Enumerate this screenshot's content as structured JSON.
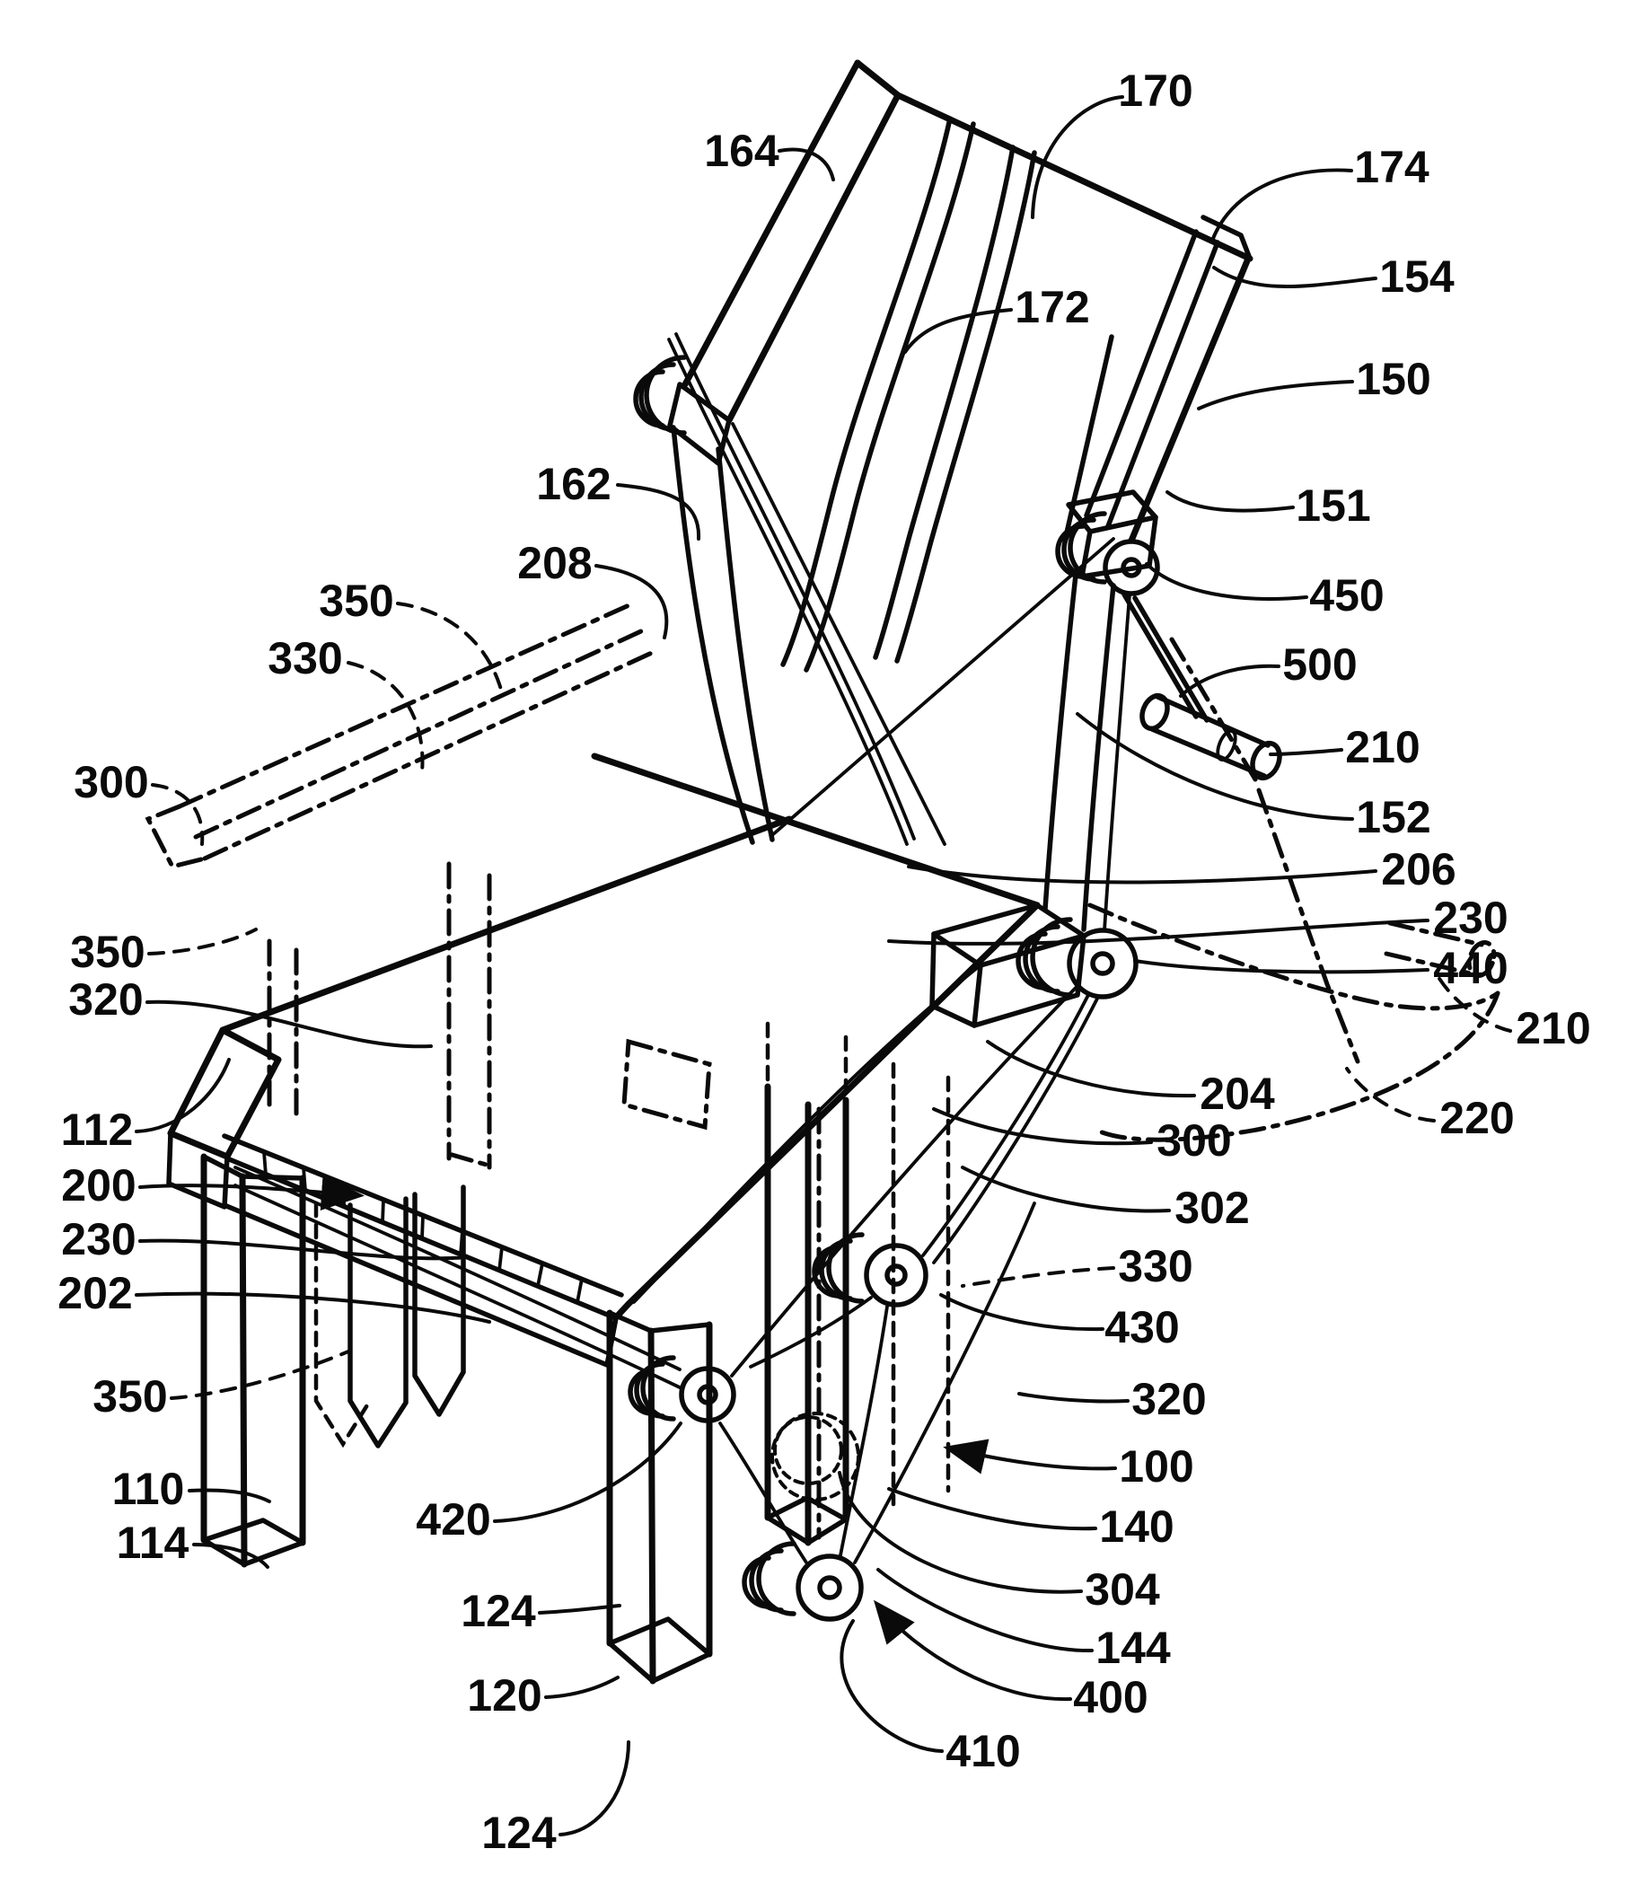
{
  "figure": {
    "kind": "patent-style technical line drawing",
    "subject": "perspective view of a chair frame with cable-and-pulley mechanism, solid parts plus dashed ghost positions",
    "ink_color": "#0a0a0a",
    "background_color": "#ffffff"
  },
  "labels": {
    "l170": "170",
    "l164": "164",
    "l174": "174",
    "l154": "154",
    "l172": "172",
    "l150": "150",
    "l162": "162",
    "l151": "151",
    "l208": "208",
    "l450": "450",
    "l350a": "350",
    "l330a": "330",
    "l500": "500",
    "l300a": "300",
    "l210a": "210",
    "l152": "152",
    "l206": "206",
    "l230b": "230",
    "l440": "440",
    "l210b": "210",
    "l350b": "350",
    "l320a": "320",
    "l204": "204",
    "l220": "220",
    "l112": "112",
    "l300b": "300",
    "l200": "200",
    "l302": "302",
    "l230a": "230",
    "l330b": "330",
    "l202": "202",
    "l430": "430",
    "l350c": "350",
    "l320b": "320",
    "l110": "110",
    "l100": "100",
    "l114": "114",
    "l140": "140",
    "l420": "420",
    "l304": "304",
    "l144": "144",
    "l124a": "124",
    "l400": "400",
    "l120": "120",
    "l410": "410",
    "l124b": "124"
  }
}
